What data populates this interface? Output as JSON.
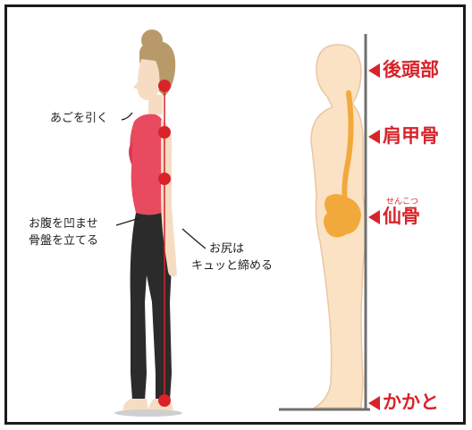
{
  "labels": {
    "chin": "あごを引く",
    "belly_line1": "お腹を凹ませ",
    "belly_line2": "骨盤を立てる",
    "hips_line1": "お尻は",
    "hips_line2": "キュッと締める"
  },
  "markers": {
    "occiput": "後頭部",
    "scapula": "肩甲骨",
    "sacrum": "仙骨",
    "sacrum_reading": "せんこつ",
    "heel": "かかと"
  },
  "colors": {
    "accent_red": "#d8232a",
    "skin": "#f7dcc4",
    "top_pink": "#e84a5f",
    "leggings": "#2b2b2b",
    "hair": "#b89a6a",
    "spine": "#f2a93b"
  }
}
